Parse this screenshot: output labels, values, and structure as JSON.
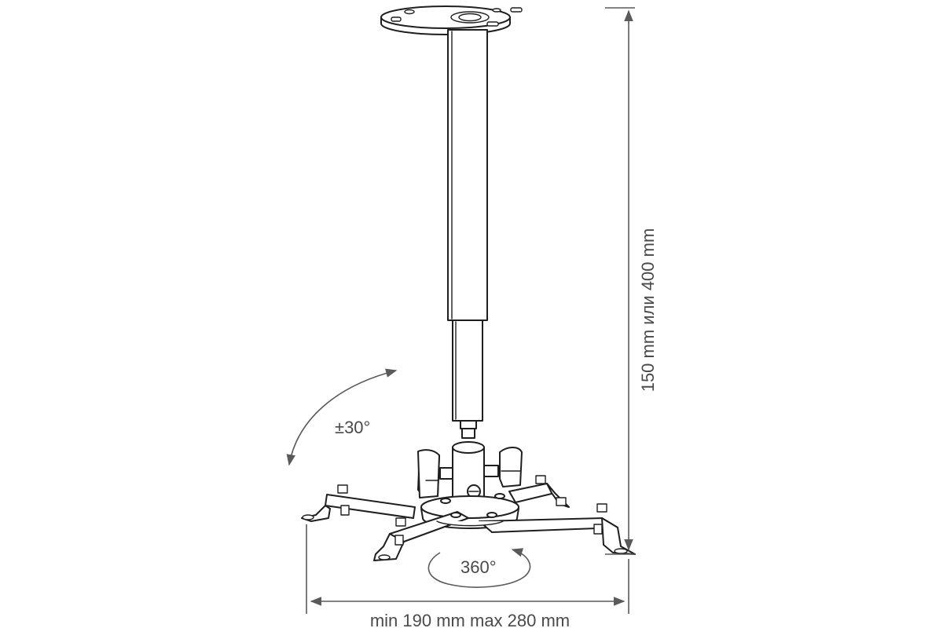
{
  "dimensions": {
    "height_label": "150 mm или 400 mm",
    "width_label": "min 190 mm max 280 mm",
    "tilt_label": "±30°",
    "rotation_label": "360°"
  },
  "colors": {
    "line": "#1f1f1f",
    "dimension": "#5a5a5a",
    "background": "#ffffff"
  }
}
